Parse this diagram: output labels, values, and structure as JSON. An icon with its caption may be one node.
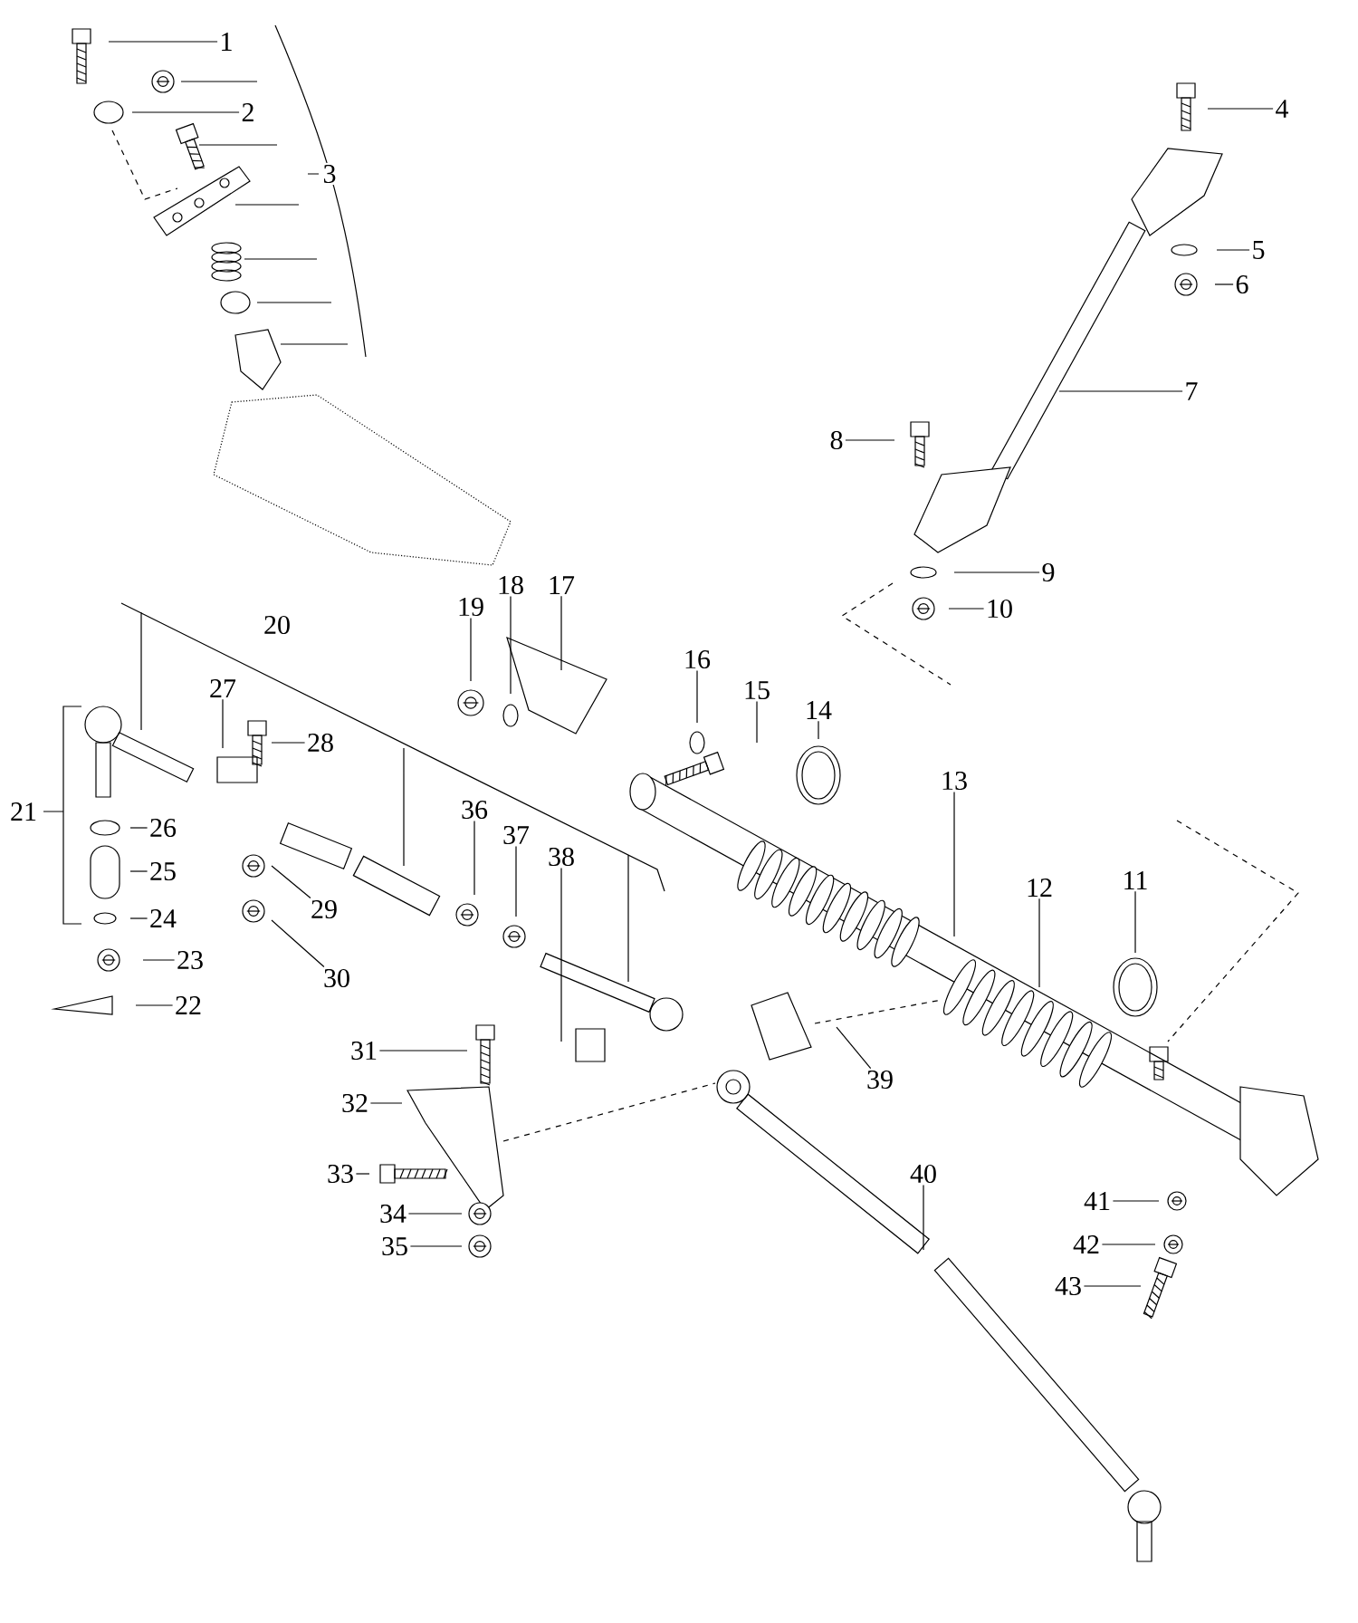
{
  "diagram": {
    "nodes": [
      {
        "text": [
          "1"
        ]
      },
      {
        "text": [
          "2"
        ]
      },
      {
        "text": [
          "3"
        ]
      },
      {
        "text": [
          "4"
        ]
      },
      {
        "text": [
          "5"
        ]
      },
      {
        "text": [
          "6"
        ]
      },
      {
        "text": [
          "7"
        ]
      },
      {
        "text": [
          "8"
        ]
      },
      {
        "text": [
          "9"
        ]
      },
      {
        "text": [
          "10"
        ]
      },
      {
        "text": [
          "11"
        ]
      },
      {
        "text": [
          "12"
        ]
      },
      {
        "text": [
          "13"
        ]
      },
      {
        "text": [
          "14"
        ]
      },
      {
        "text": [
          "15"
        ]
      },
      {
        "text": [
          "16"
        ]
      },
      {
        "text": [
          "17"
        ]
      },
      {
        "text": [
          "18"
        ]
      },
      {
        "text": [
          "19"
        ]
      },
      {
        "text": [
          "20"
        ]
      },
      {
        "text": [
          "21"
        ]
      },
      {
        "text": [
          "22"
        ]
      },
      {
        "text": [
          "23"
        ]
      },
      {
        "text": [
          "24"
        ]
      },
      {
        "text": [
          "25"
        ]
      },
      {
        "text": [
          "26"
        ]
      },
      {
        "text": [
          "27"
        ]
      },
      {
        "text": [
          "28"
        ]
      },
      {
        "text": [
          "29"
        ]
      },
      {
        "text": [
          "30"
        ]
      },
      {
        "text": [
          "31"
        ]
      },
      {
        "text": [
          "32"
        ]
      },
      {
        "text": [
          "33"
        ]
      },
      {
        "text": [
          "34"
        ]
      },
      {
        "text": [
          "35"
        ]
      },
      {
        "text": [
          "36"
        ]
      },
      {
        "text": [
          "37"
        ]
      },
      {
        "text": [
          "38"
        ]
      },
      {
        "text": [
          "39"
        ]
      },
      {
        "text": [
          "40"
        ]
      },
      {
        "text": [
          "41"
        ]
      },
      {
        "text": [
          "42"
        ]
      },
      {
        "text": [
          "43"
        ]
      }
    ],
    "edges": [
      {
        "from": 0,
        "to": null,
        "arrow": "none"
      },
      {
        "from": 1,
        "to": null,
        "arrow": "none"
      },
      {
        "from": 3,
        "to": null,
        "arrow": "none"
      },
      {
        "from": 4,
        "to": null,
        "arrow": "none"
      },
      {
        "from": 5,
        "to": null,
        "arrow": "none"
      },
      {
        "from": 6,
        "to": null,
        "arrow": "none"
      },
      {
        "from": 7,
        "to": null,
        "arrow": "none"
      },
      {
        "from": 8,
        "to": null,
        "arrow": "none"
      },
      {
        "from": 9,
        "to": null,
        "arrow": "none"
      },
      {
        "from": 10,
        "to": null,
        "arrow": "none"
      },
      {
        "from": 11,
        "to": null,
        "arrow": "none"
      },
      {
        "from": 12,
        "to": null,
        "arrow": "none"
      },
      {
        "from": 13,
        "to": null,
        "arrow": "none"
      },
      {
        "from": 14,
        "to": null,
        "arrow": "none"
      },
      {
        "from": 15,
        "to": null,
        "arrow": "none"
      },
      {
        "from": 16,
        "to": null,
        "arrow": "none"
      },
      {
        "from": 17,
        "to": null,
        "arrow": "none"
      },
      {
        "from": 18,
        "to": null,
        "arrow": "none"
      },
      {
        "from": 21,
        "to": null,
        "arrow": "none"
      },
      {
        "from": 22,
        "to": null,
        "arrow": "none"
      },
      {
        "from": 23,
        "to": null,
        "arrow": "none"
      },
      {
        "from": 24,
        "to": null,
        "arrow": "none"
      },
      {
        "from": 25,
        "to": null,
        "arrow": "none"
      },
      {
        "from": 26,
        "to": null,
        "arrow": "none"
      },
      {
        "from": 27,
        "to": null,
        "arrow": "none"
      },
      {
        "from": 28,
        "to": null,
        "arrow": "none"
      },
      {
        "from": 29,
        "to": null,
        "arrow": "none"
      },
      {
        "from": 30,
        "to": null,
        "arrow": "none"
      },
      {
        "from": 31,
        "to": null,
        "arrow": "none"
      },
      {
        "from": 32,
        "to": null,
        "arrow": "none"
      },
      {
        "from": 33,
        "to": null,
        "arrow": "none"
      },
      {
        "from": 34,
        "to": null,
        "arrow": "none"
      },
      {
        "from": 35,
        "to": null,
        "arrow": "none"
      },
      {
        "from": 36,
        "to": null,
        "arrow": "none"
      },
      {
        "from": 37,
        "to": null,
        "arrow": "none"
      },
      {
        "from": 38,
        "to": null,
        "arrow": "none"
      },
      {
        "from": 39,
        "to": null,
        "arrow": "none"
      },
      {
        "from": 40,
        "to": null,
        "arrow": "none"
      },
      {
        "from": 41,
        "to": null,
        "arrow": "none"
      },
      {
        "from": 42,
        "to": null,
        "arrow": "none"
      }
    ]
  }
}
